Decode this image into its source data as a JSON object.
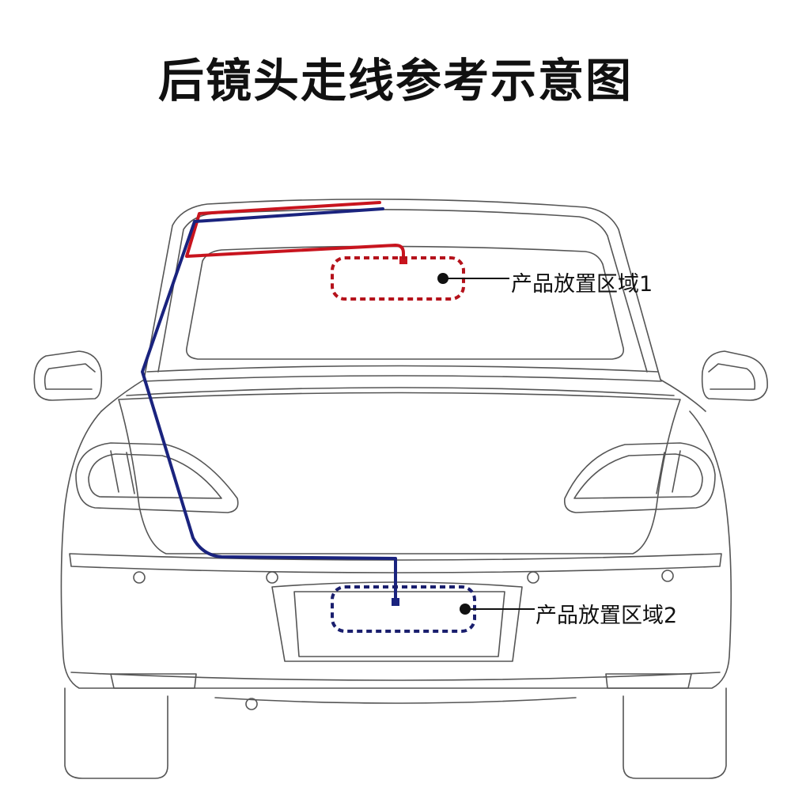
{
  "title": "后镜头走线参考示意图",
  "areas": [
    {
      "label": "产品放置区域1",
      "color": "#b5121b"
    },
    {
      "label": "产品放置区域2",
      "color": "#1a1f6e"
    }
  ],
  "wires": {
    "red": "#c8141e",
    "blue": "#1a237e"
  }
}
